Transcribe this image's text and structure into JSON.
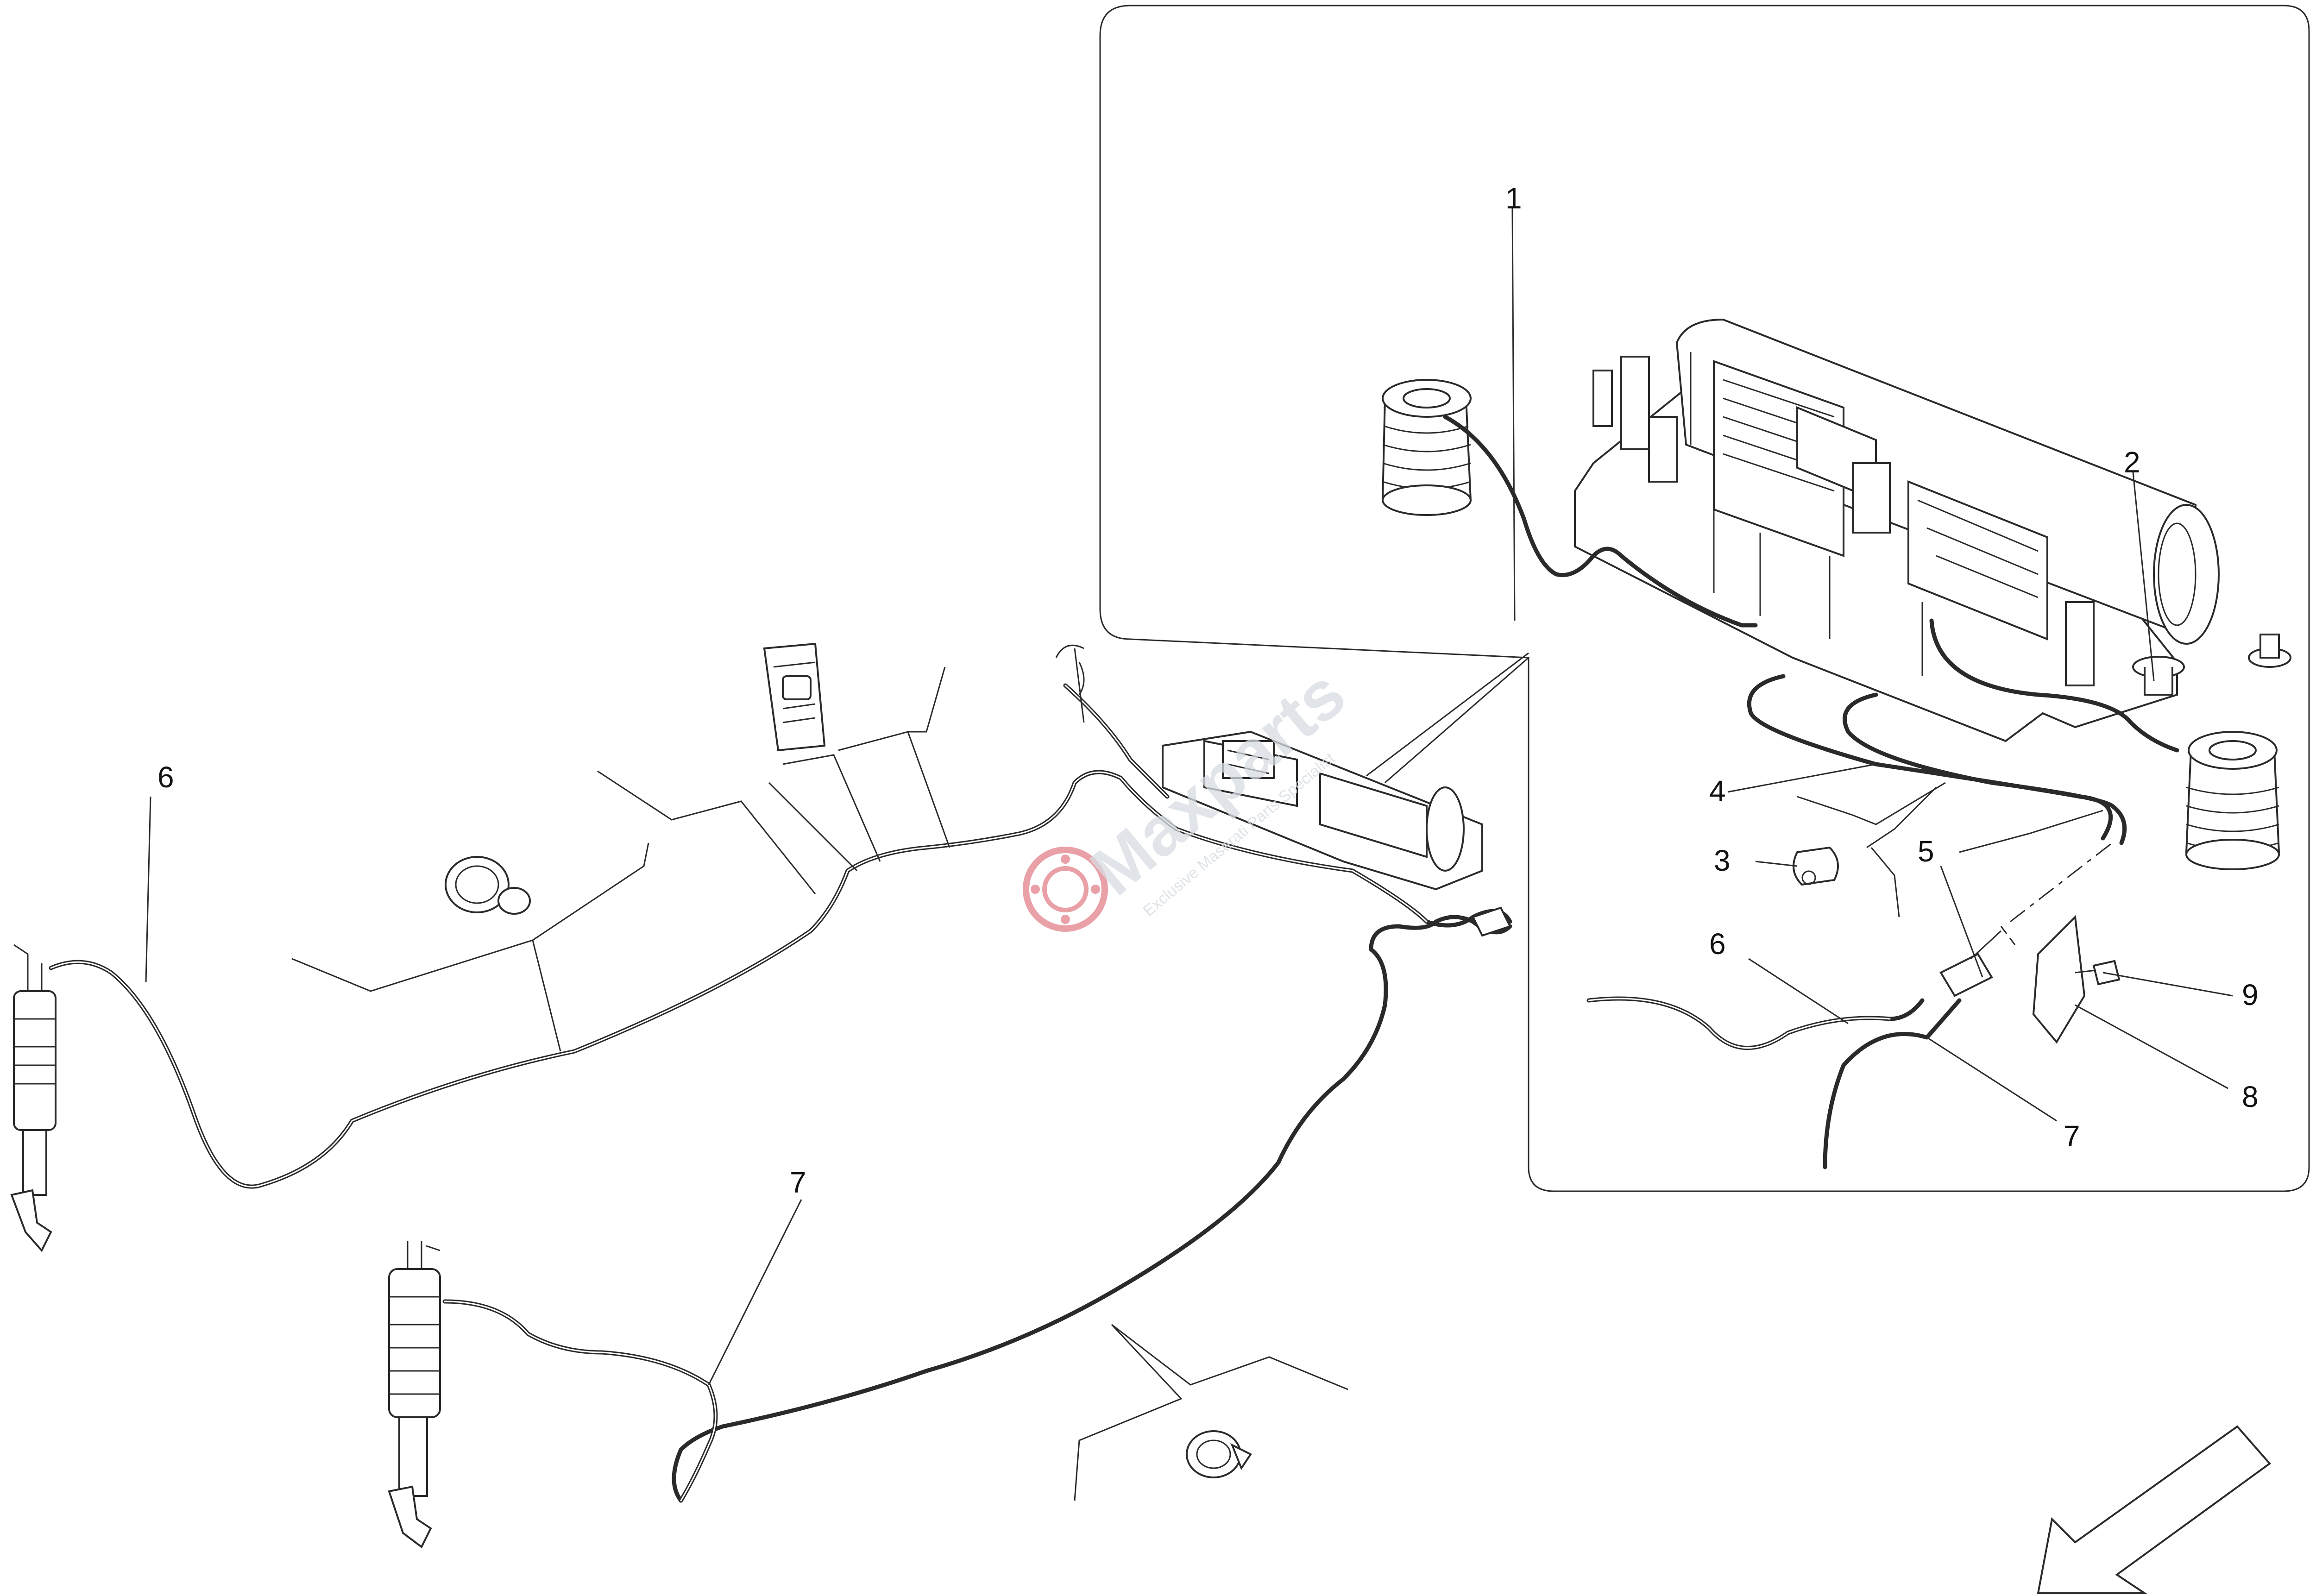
{
  "callouts": [
    {
      "id": "1",
      "text": "1"
    },
    {
      "id": "2",
      "text": "2"
    },
    {
      "id": "3",
      "text": "3"
    },
    {
      "id": "4",
      "text": "4"
    },
    {
      "id": "5",
      "text": "5"
    },
    {
      "id": "6",
      "text": "6"
    },
    {
      "id": "7",
      "text": "7"
    },
    {
      "id": "8",
      "text": "8"
    },
    {
      "id": "9",
      "text": "9"
    },
    {
      "id": "6b",
      "text": "6"
    },
    {
      "id": "7b",
      "text": "7"
    }
  ],
  "watermark": {
    "brand": "Maxparts",
    "tagline": "Exclusive Maserati Parts Specialist"
  },
  "colors": {
    "line": "#2a2a2a",
    "watermark": "#d7dde2",
    "watermark_logo": "#e07880"
  },
  "icons": {
    "direction_arrow": "arrow-down-left-icon"
  }
}
